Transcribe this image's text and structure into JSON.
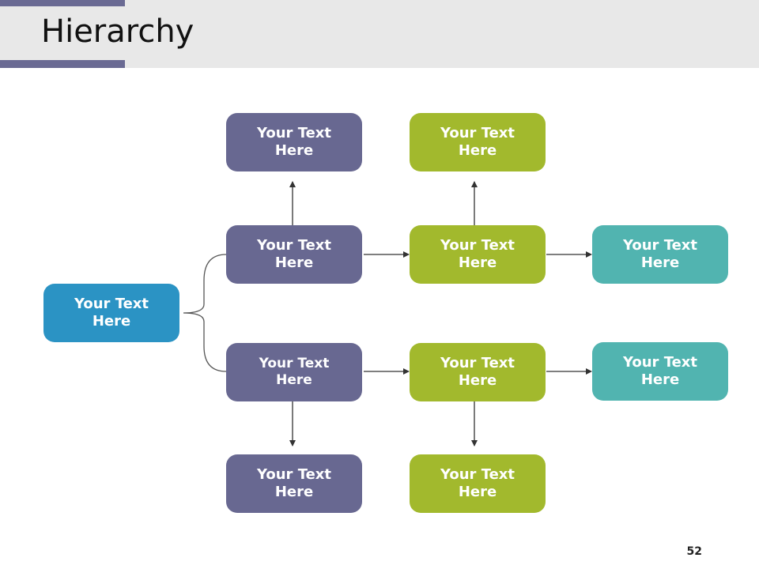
{
  "slide": {
    "title": "Hierarchy",
    "page_number": "52"
  },
  "nodes": {
    "root": "Your Text\nHere",
    "purple_top": "Your Text\nHere",
    "purple_upper": "Your Text\nHere",
    "purple_lower": "Your Text\nHere",
    "purple_bottom": "Your Text\nHere",
    "green_top": "Your Text\nHere",
    "green_upper": "Your Text\nHere",
    "green_lower": "Your Text\nHere",
    "green_bottom": "Your Text\nHere",
    "teal_upper": "Your Text\nHere",
    "teal_lower": "Your Text\nHere"
  },
  "colors": {
    "root": "#2b93c4",
    "purple": "#686891",
    "green": "#a2b92d",
    "teal": "#51b4b0",
    "header_accent": "#6a6a93",
    "header_band": "#e8e8e8"
  }
}
